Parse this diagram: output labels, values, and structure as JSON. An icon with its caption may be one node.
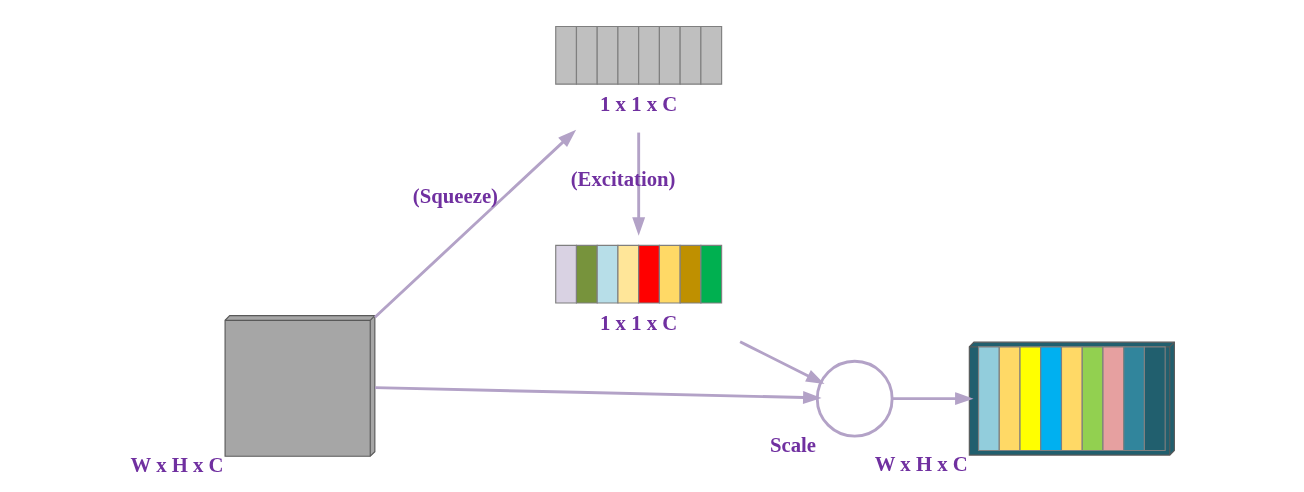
{
  "diagram": {
    "nodes": [
      {
        "text": [],
        "shape": "cube",
        "beside": [
          "W x H x C"
        ]
      },
      {
        "text": [],
        "shape": "bar",
        "beside": [
          "1 x 1 x C"
        ]
      },
      {
        "text": [],
        "shape": "bar",
        "beside": [
          "1 x 1 x C"
        ]
      },
      {
        "text": [],
        "shape": "circle",
        "beside": [
          "Scale"
        ]
      },
      {
        "text": [],
        "shape": "cube",
        "beside": [
          "W x H x C"
        ]
      }
    ],
    "edges": [
      {
        "from": 0,
        "to": 1,
        "arrow": "to",
        "label": "(Squeeze)"
      },
      {
        "from": 1,
        "to": 2,
        "arrow": "to",
        "label": "(Excitation)"
      },
      {
        "from": 2,
        "to": 3,
        "arrow": "to"
      },
      {
        "from": 0,
        "to": 3,
        "arrow": "to"
      },
      {
        "from": 3,
        "to": 4,
        "arrow": "to"
      }
    ]
  }
}
